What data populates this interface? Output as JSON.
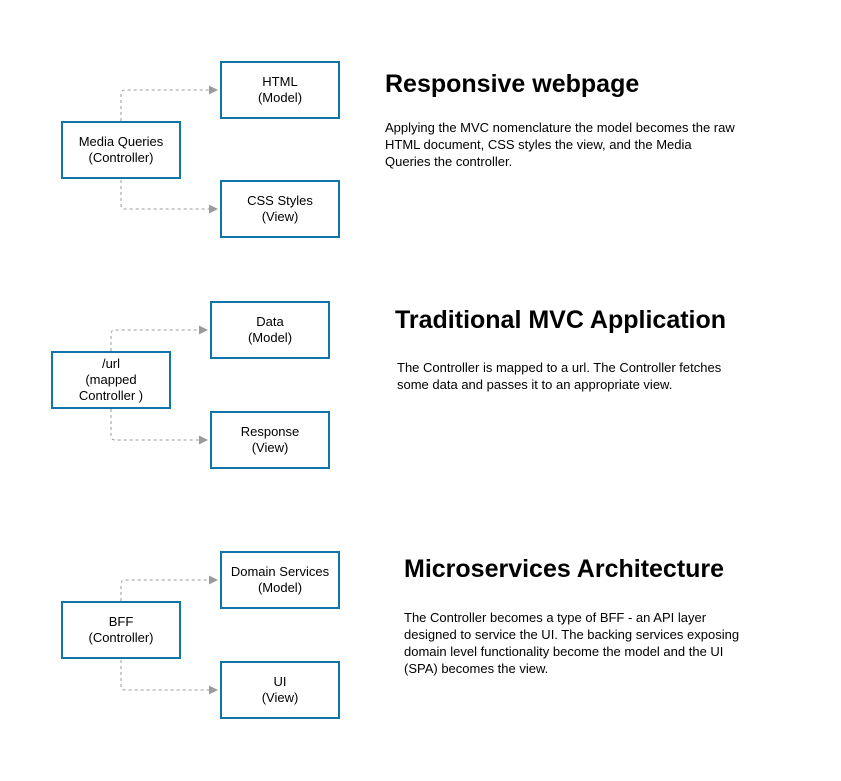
{
  "colors": {
    "box_border": "#1275aa",
    "connector": "#9b9b9b",
    "text": "#000000",
    "background": "#ffffff"
  },
  "sections": [
    {
      "id": "responsive-webpage",
      "title": "Responsive webpage",
      "description": "Applying the MVC nomenclature the model becomes the raw\nHTML document, CSS styles the view, and the Media\nQueries the controller.",
      "controller_label": "Media Queries\n(Controller)",
      "model_label": "HTML\n(Model)",
      "view_label": "CSS Styles\n(View)"
    },
    {
      "id": "traditional-mvc-application",
      "title": "Traditional MVC Application",
      "description": "The Controller is mapped to a url. The Controller fetches\nsome data and passes it to an appropriate view.",
      "controller_label": "/url\n(mapped\nController )",
      "model_label": "Data\n(Model)",
      "view_label": "Response\n(View)"
    },
    {
      "id": "microservices-architecture",
      "title": "Microservices Architecture",
      "description": "The Controller becomes a type of BFF - an API layer\ndesigned to service the UI. The backing services exposing\ndomain level functionality become the model and the UI\n(SPA) becomes the view.",
      "controller_label": "BFF\n(Controller)",
      "model_label": "Domain Services\n(Model)",
      "view_label": "UI\n(View)"
    }
  ]
}
